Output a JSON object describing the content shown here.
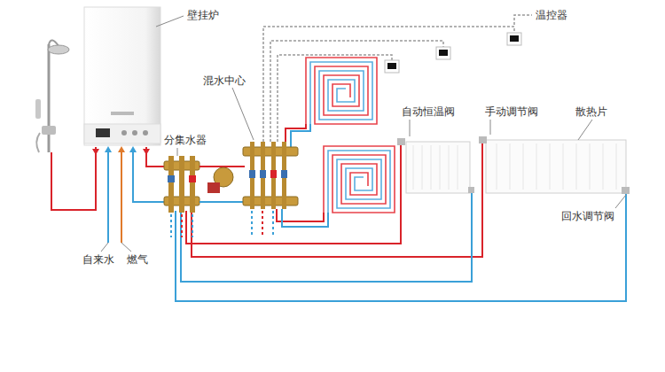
{
  "diagram": {
    "labels": [
      "壁挂炉",
      "温控器",
      "混水中心",
      "分集水器",
      "自动恒温阀",
      "手动调节阀",
      "散热片",
      "回水调节阀",
      "自来水",
      "燃气"
    ]
  }
}
